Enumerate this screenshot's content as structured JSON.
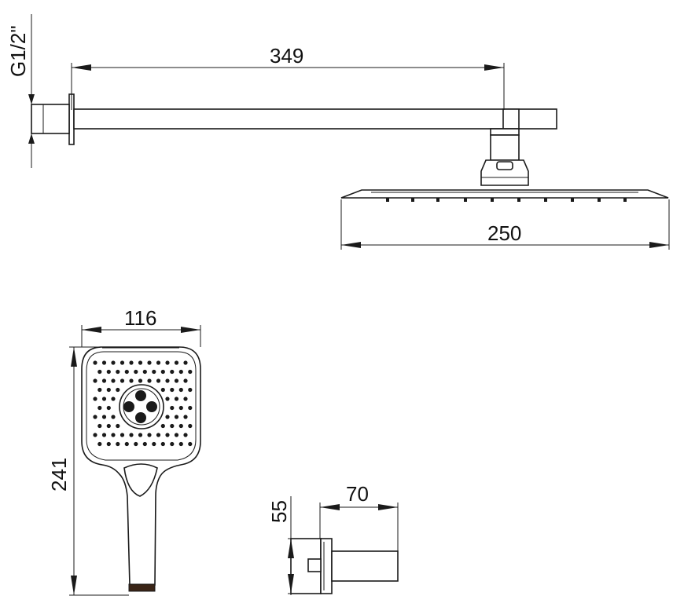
{
  "dimensions": {
    "thread": "G1/2\"",
    "arm_length": "349",
    "head_width": "250",
    "hand_width": "116",
    "hand_length": "241",
    "holder_height": "55",
    "holder_depth": "70"
  }
}
